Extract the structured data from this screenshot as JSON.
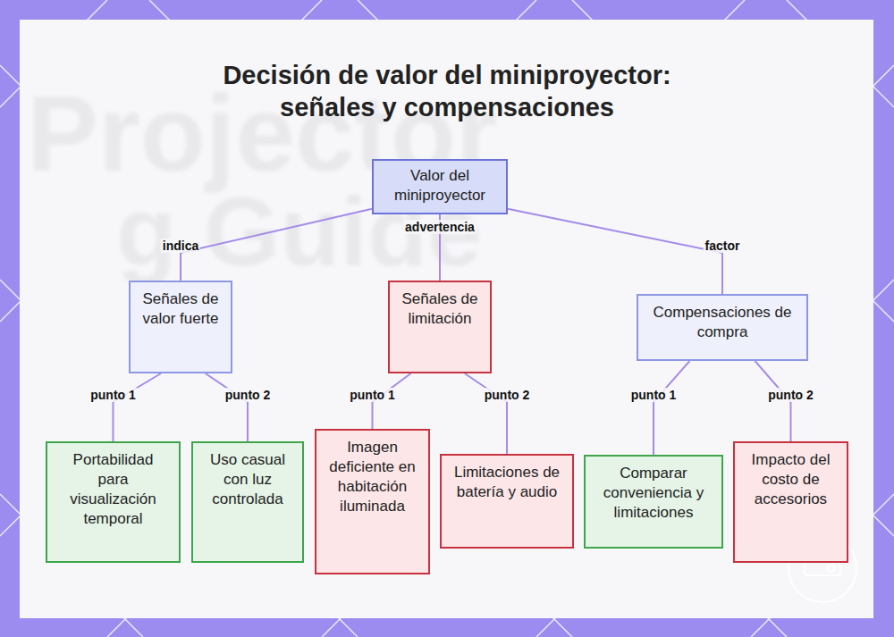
{
  "diagram": {
    "title": "Decisión de valor del miniproyector: señales y compensaciones",
    "nodes": [
      {
        "text": [
          "Valor del miniproyector"
        ]
      },
      {
        "text": [
          "Señales de valor fuerte"
        ]
      },
      {
        "text": [
          "Señales de limitación"
        ]
      },
      {
        "text": [
          "Compensaciones de compra"
        ]
      },
      {
        "text": [
          "Portabilidad para visualización temporal"
        ]
      },
      {
        "text": [
          "Uso casual con luz controlada"
        ]
      },
      {
        "text": [
          "Imagen deficiente en habitación iluminada"
        ]
      },
      {
        "text": [
          "Limitaciones de batería y audio"
        ]
      },
      {
        "text": [
          "Comparar conveniencia y limitaciones"
        ]
      },
      {
        "text": [
          "Impacto del costo de accesorios"
        ]
      }
    ],
    "edges": [
      {
        "from": 0,
        "to": 1,
        "label": "indica",
        "arrow": "none"
      },
      {
        "from": 0,
        "to": 2,
        "label": "advertencia",
        "arrow": "none"
      },
      {
        "from": 0,
        "to": 3,
        "label": "factor",
        "arrow": "none"
      },
      {
        "from": 1,
        "to": 4,
        "label": "punto 1",
        "arrow": "none"
      },
      {
        "from": 1,
        "to": 5,
        "label": "punto 2",
        "arrow": "none"
      },
      {
        "from": 2,
        "to": 6,
        "label": "punto 1",
        "arrow": "none"
      },
      {
        "from": 2,
        "to": 7,
        "label": "punto 2",
        "arrow": "none"
      },
      {
        "from": 3,
        "to": 8,
        "label": "punto 1",
        "arrow": "none"
      },
      {
        "from": 3,
        "to": 9,
        "label": "punto 2",
        "arrow": "none"
      }
    ],
    "labels": [
      "Projector",
      "g Guide"
    ]
  }
}
